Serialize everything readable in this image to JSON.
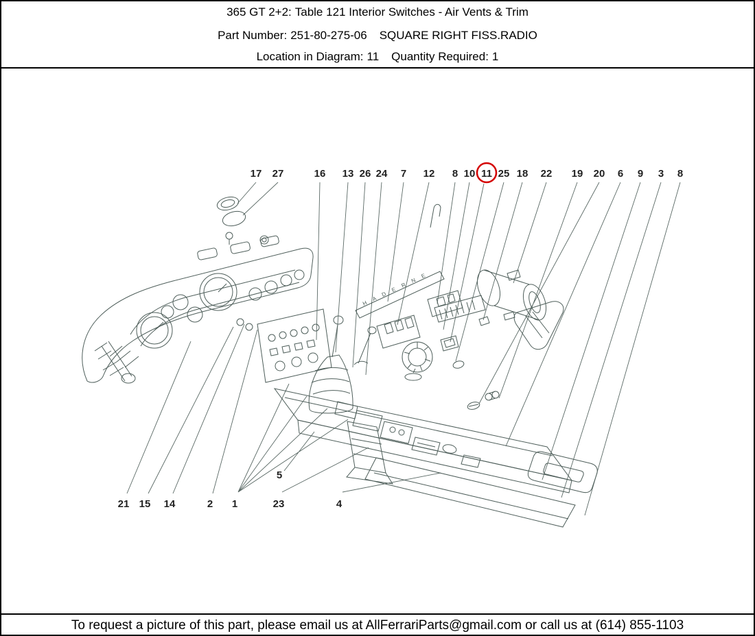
{
  "header": {
    "model": "365 GT 2+2:",
    "table_title": "Table 121 Interior Switches - Air Vents & Trim",
    "part_number_label": "Part Number:",
    "part_number": "251-80-275-06",
    "part_name": "SQUARE RIGHT FISS.RADIO",
    "location_label": "Location in Diagram:",
    "location_value": "11",
    "quantity_label": "Quantity Required:",
    "quantity_value": "1"
  },
  "diagram": {
    "callouts_top": [
      "17",
      "27",
      "16",
      "13",
      "26",
      "24",
      "7",
      "12",
      "8",
      "10",
      "11",
      "25",
      "18",
      "22",
      "19",
      "20",
      "6",
      "9",
      "3",
      "8"
    ],
    "callouts_bottom": [
      "21",
      "15",
      "14",
      "2",
      "1",
      "23",
      "4",
      "5"
    ],
    "highlighted_callout": "11",
    "highlight_color": "#d40000",
    "strip_text": "H A D E R N E"
  },
  "footer": {
    "text": "To request a picture of this part, please email us at AllFerrariParts@gmail.com or call us at (614) 855-1103"
  }
}
